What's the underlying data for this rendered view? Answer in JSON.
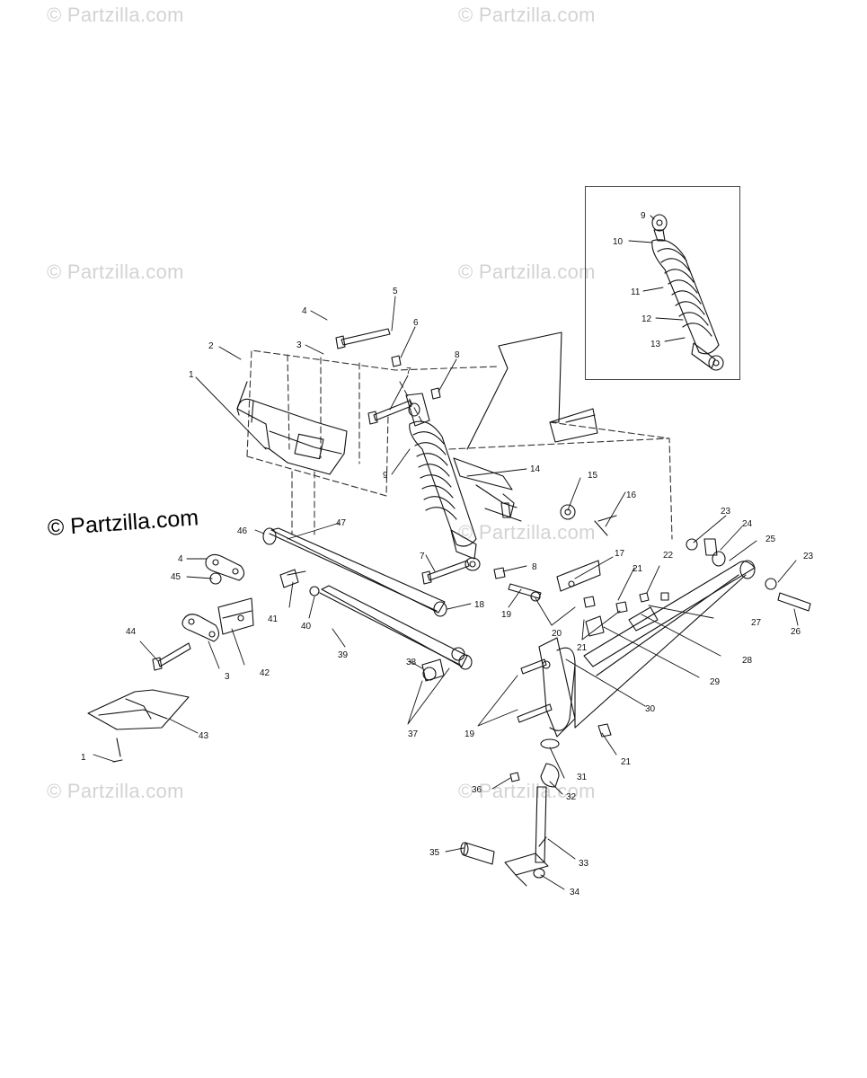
{
  "watermark": {
    "text": "© Partzilla.com",
    "main_text": "© Partzilla.com"
  },
  "inset": {
    "callouts": [
      "9",
      "10",
      "11",
      "12",
      "13"
    ]
  },
  "callouts": [
    {
      "id": "1a",
      "label": "1"
    },
    {
      "id": "2",
      "label": "2"
    },
    {
      "id": "3a",
      "label": "3"
    },
    {
      "id": "4a",
      "label": "4"
    },
    {
      "id": "5",
      "label": "5"
    },
    {
      "id": "6",
      "label": "6"
    },
    {
      "id": "7a",
      "label": "7"
    },
    {
      "id": "8a",
      "label": "8"
    },
    {
      "id": "9",
      "label": "9"
    },
    {
      "id": "14",
      "label": "14"
    },
    {
      "id": "15",
      "label": "15"
    },
    {
      "id": "16",
      "label": "16"
    },
    {
      "id": "46",
      "label": "46"
    },
    {
      "id": "47",
      "label": "47"
    },
    {
      "id": "4b",
      "label": "4"
    },
    {
      "id": "45",
      "label": "45"
    },
    {
      "id": "7b",
      "label": "7"
    },
    {
      "id": "8b",
      "label": "8"
    },
    {
      "id": "17",
      "label": "17"
    },
    {
      "id": "21a",
      "label": "21"
    },
    {
      "id": "22",
      "label": "22"
    },
    {
      "id": "23a",
      "label": "23"
    },
    {
      "id": "24",
      "label": "24"
    },
    {
      "id": "25",
      "label": "25"
    },
    {
      "id": "23b",
      "label": "23"
    },
    {
      "id": "41",
      "label": "41"
    },
    {
      "id": "40",
      "label": "40"
    },
    {
      "id": "18",
      "label": "18"
    },
    {
      "id": "19a",
      "label": "19"
    },
    {
      "id": "20",
      "label": "20"
    },
    {
      "id": "21b",
      "label": "21"
    },
    {
      "id": "27",
      "label": "27"
    },
    {
      "id": "26",
      "label": "26"
    },
    {
      "id": "44",
      "label": "44"
    },
    {
      "id": "3b",
      "label": "3"
    },
    {
      "id": "42",
      "label": "42"
    },
    {
      "id": "39",
      "label": "39"
    },
    {
      "id": "28",
      "label": "28"
    },
    {
      "id": "29",
      "label": "29"
    },
    {
      "id": "38",
      "label": "38"
    },
    {
      "id": "37",
      "label": "37"
    },
    {
      "id": "19b",
      "label": "19"
    },
    {
      "id": "30",
      "label": "30"
    },
    {
      "id": "43",
      "label": "43"
    },
    {
      "id": "21c",
      "label": "21"
    },
    {
      "id": "1b",
      "label": "1"
    },
    {
      "id": "31",
      "label": "31"
    },
    {
      "id": "36",
      "label": "36"
    },
    {
      "id": "32",
      "label": "32"
    },
    {
      "id": "35",
      "label": "35"
    },
    {
      "id": "33",
      "label": "33"
    },
    {
      "id": "34",
      "label": "34"
    }
  ]
}
